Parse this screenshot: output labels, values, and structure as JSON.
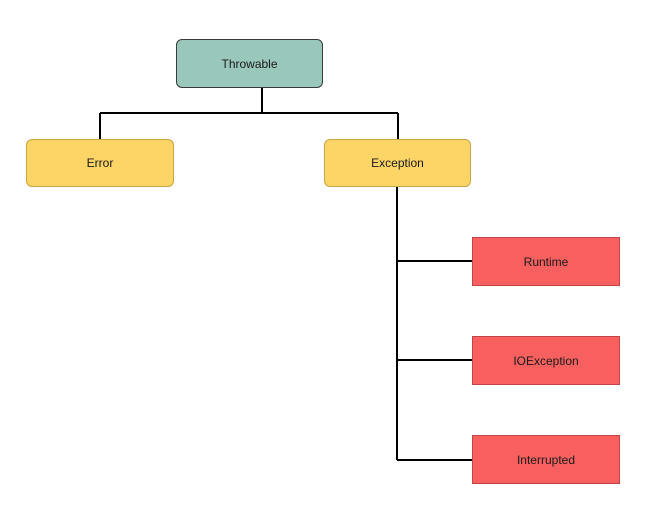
{
  "diagram": {
    "type": "hierarchy",
    "root": {
      "label": "Throwable",
      "color": "#9ac7bb"
    },
    "children": [
      {
        "label": "Error",
        "color": "#fdd466"
      },
      {
        "label": "Exception",
        "color": "#fdd466",
        "children": [
          {
            "label": "Runtime",
            "color": "#f7605f"
          },
          {
            "label": "IOException",
            "color": "#f7605f"
          },
          {
            "label": "Interrupted",
            "color": "#f7605f"
          }
        ]
      }
    ]
  }
}
